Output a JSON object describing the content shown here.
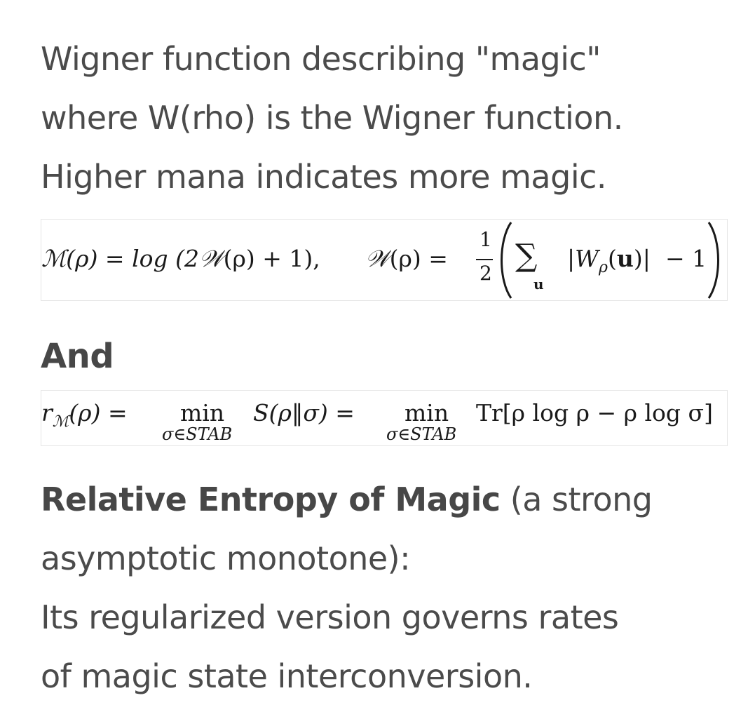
{
  "paragraph1": {
    "line1": "Wigner function describing \"magic\"",
    "line2": "where W(rho) is the Wigner function.",
    "line3": "Higher mana indicates more magic."
  },
  "equation1": {
    "lhs_symbol": "ℳ",
    "lhs_arg": "(ρ) = log (2",
    "W_symbol": "𝒲",
    "mid": "(ρ) + 1),",
    "rhs_lhs": "𝒲",
    "rhs_arg": "(ρ) =",
    "frac_num": "1",
    "frac_den": "2",
    "sum_symbol": "∑",
    "sum_sub": "u",
    "abs_open": "|W",
    "abs_sub": "ρ",
    "abs_arg_open": "(",
    "abs_arg_bold": "u",
    "abs_arg_close": ")|",
    "tail": "− 1"
  },
  "heading_and": "And",
  "equation2": {
    "lhs": "r",
    "lhs_sub": "ℳ",
    "lhs_arg": "(ρ) =",
    "min1": "min",
    "min1_sub": "σ∈STAB",
    "mid": "S(ρ‖σ) =",
    "min2": "min",
    "min2_sub": "σ∈STAB",
    "rhs": "Tr[ρ log ρ − ρ log σ]"
  },
  "paragraph2": {
    "bold_term": "Relative Entropy of Magic",
    "line1_rest": " (a strong",
    "line2": "asymptotic monotone):",
    "line3": "Its regularized version governs rates",
    "line4": "of magic state interconversion."
  }
}
